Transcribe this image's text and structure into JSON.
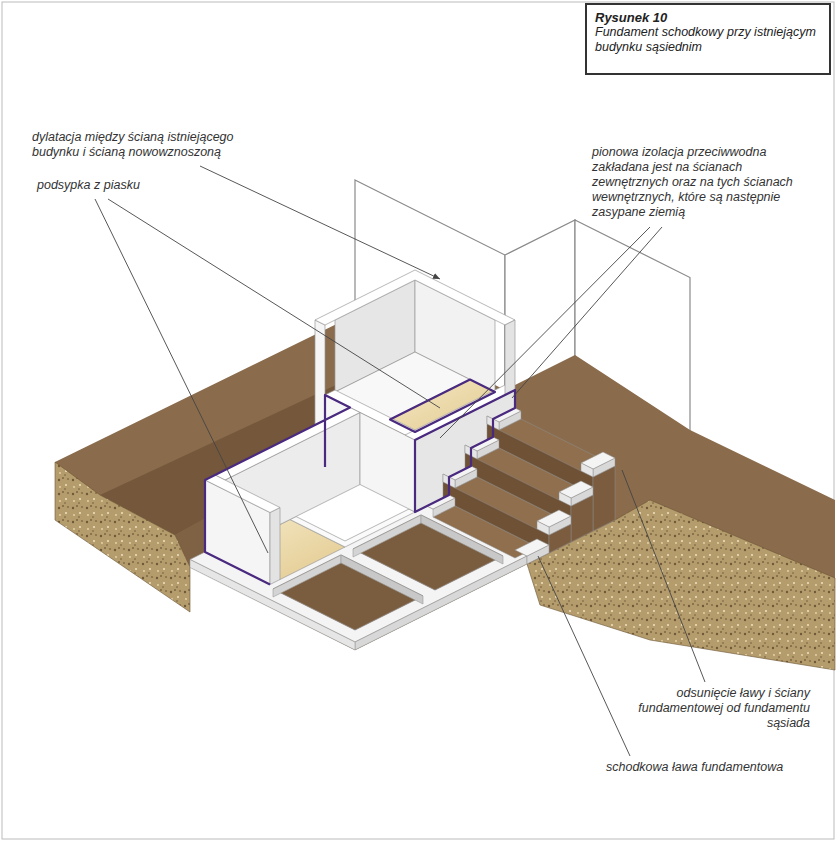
{
  "diagram": {
    "nodes": [
      {
        "text": [
          "Rysunek 10",
          "Fundament schodkowy przy istniejącym budynku sąsiednim"
        ]
      }
    ],
    "labels": [
      "dylatacja między ścianą istniejącego budynku i ścianą nowowznoszoną",
      "podsypka z piasku",
      "pionowa izolacja przeciwwodna zakładana jest na ścianach zewnętrznych oraz na tych ścianach wewnętrznych, które są następnie zasypane ziemią",
      "odsunięcie ławy i ściany fundamentowej od fundamentu sąsiada",
      "schodkowa ława fundamentowa"
    ]
  }
}
